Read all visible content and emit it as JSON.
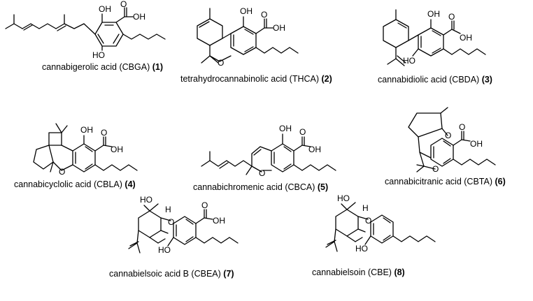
{
  "figure": {
    "compounds": [
      {
        "key": "cbga",
        "name": "cannabigerolic acid (CBGA)",
        "number": "(1)",
        "labels": [
          "OH",
          "OH",
          "HO"
        ]
      },
      {
        "key": "thca",
        "name": "tetrahydrocannabinolic acid (THCA)",
        "number": "(2)",
        "labels": [
          "OH",
          "OH",
          "O"
        ]
      },
      {
        "key": "cbda",
        "name": "cannabidiolic acid (CBDA)",
        "number": "(3)",
        "labels": [
          "OH",
          "OH",
          "HO"
        ]
      },
      {
        "key": "cbla",
        "name": "cannabicyclolic acid (CBLA)",
        "number": "(4)",
        "labels": [
          "OH",
          "OH",
          "O"
        ]
      },
      {
        "key": "cbca",
        "name": "cannabichromenic acid (CBCA)",
        "number": "(5)",
        "labels": [
          "OH",
          "OH",
          "O"
        ]
      },
      {
        "key": "cbta",
        "name": "cannabicitranic acid (CBTA)",
        "number": "(6)",
        "labels": [
          "O",
          "OH",
          "O"
        ]
      },
      {
        "key": "cbea",
        "name": "cannabielsoic acid B (CBEA)",
        "number": "(7)",
        "labels": [
          "HO",
          "H",
          "O",
          "OH",
          "HO"
        ]
      },
      {
        "key": "cbe",
        "name": "cannabielsoin (CBE)",
        "number": "(8)",
        "labels": [
          "HO",
          "H",
          "O",
          "HO"
        ]
      }
    ]
  }
}
